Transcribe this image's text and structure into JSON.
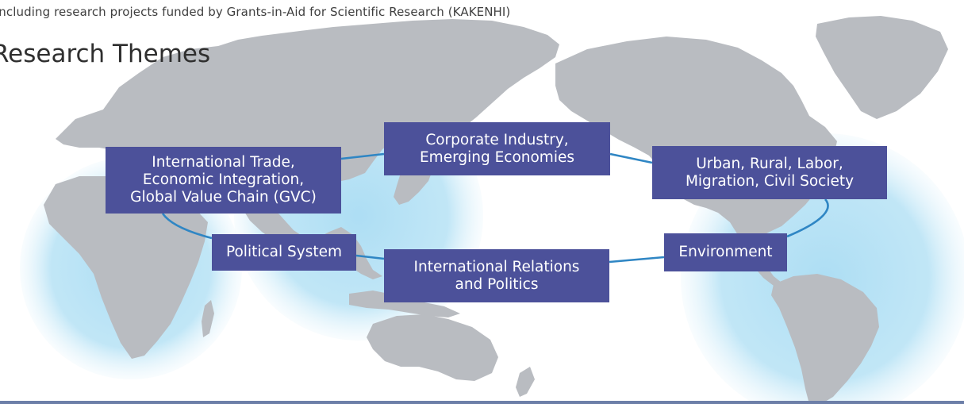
{
  "header": {
    "note": "including research projects funded by Grants-in-Aid for Scientific Research (KAKENHI)",
    "title": "Research Themes"
  },
  "themes": [
    {
      "id": "trade",
      "label": "International Trade,\nEconomic Integration,\nGlobal Value Chain (GVC)"
    },
    {
      "id": "corp",
      "label": "Corporate Industry,\nEmerging Economies"
    },
    {
      "id": "urban",
      "label": "Urban, Rural, Labor,\nMigration, Civil Society"
    },
    {
      "id": "pol",
      "label": "Political System"
    },
    {
      "id": "ir",
      "label": "International Relations\nand Politics"
    },
    {
      "id": "env",
      "label": "Environment"
    }
  ],
  "colors": {
    "box_fill": "#4c519a",
    "connector": "#2f86c4",
    "land": "#b9bcc1",
    "glow": "#a9dcf3",
    "bottom_bar": "#6d7fa8"
  },
  "icons": [
    "world-map-background"
  ]
}
